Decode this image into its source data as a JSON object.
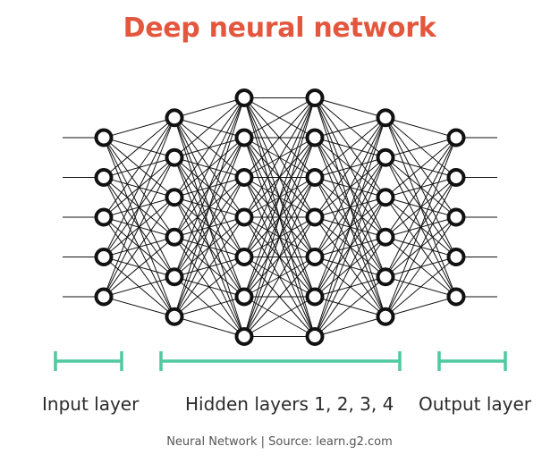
{
  "title": "Deep neural network",
  "labels": {
    "input": "Input layer",
    "hidden": "Hidden layers 1, 2, 3, 4",
    "output": "Output layer"
  },
  "caption": "Neural Network | Source: learn.g2.com",
  "network": {
    "layer_node_counts": [
      5,
      6,
      7,
      7,
      6,
      5
    ]
  },
  "colors": {
    "title": "#e4573f",
    "bracket": "#4fc9a0",
    "node_stroke": "#111111",
    "edge": "#111111"
  }
}
